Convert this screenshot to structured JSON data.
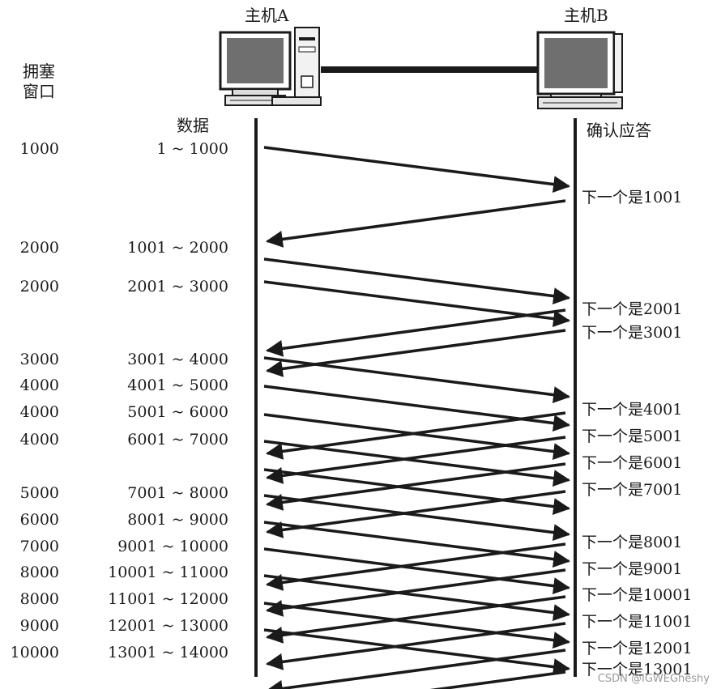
{
  "hosts": {
    "a": "主机A",
    "b": "主机B"
  },
  "column_headers": {
    "window": [
      "拥塞",
      "窗口"
    ],
    "data": "数据",
    "ack": "确认应答"
  },
  "rows": [
    {
      "window": "1000",
      "data": "1 ~ 1000"
    },
    {
      "window": "2000",
      "data": "1001 ~ 2000"
    },
    {
      "window": "2000",
      "data": "2001 ~ 3000"
    },
    {
      "window": "3000",
      "data": "3001 ~ 4000"
    },
    {
      "window": "4000",
      "data": "4001 ~ 5000"
    },
    {
      "window": "4000",
      "data": "5001 ~ 6000"
    },
    {
      "window": "4000",
      "data": "6001 ~ 7000"
    },
    {
      "window": "5000",
      "data": "7001 ~ 8000"
    },
    {
      "window": "6000",
      "data": "8001 ~ 9000"
    },
    {
      "window": "7000",
      "data": "9001 ~ 10000"
    },
    {
      "window": "8000",
      "data": "10001 ~ 11000"
    },
    {
      "window": "8000",
      "data": "11001 ~ 12000"
    },
    {
      "window": "9000",
      "data": "12001 ~ 13000"
    },
    {
      "window": "10000",
      "data": "13001 ~ 14000"
    }
  ],
  "acks": [
    "下一个是1001",
    "下一个是2001",
    "下一个是3001",
    "下一个是4001",
    "下一个是5001",
    "下一个是6001",
    "下一个是7001",
    "下一个是8001",
    "下一个是9001",
    "下一个是10001",
    "下一个是11001",
    "下一个是12001",
    "下一个是13001"
  ],
  "watermark": "CSDN @IGWEGheshy"
}
